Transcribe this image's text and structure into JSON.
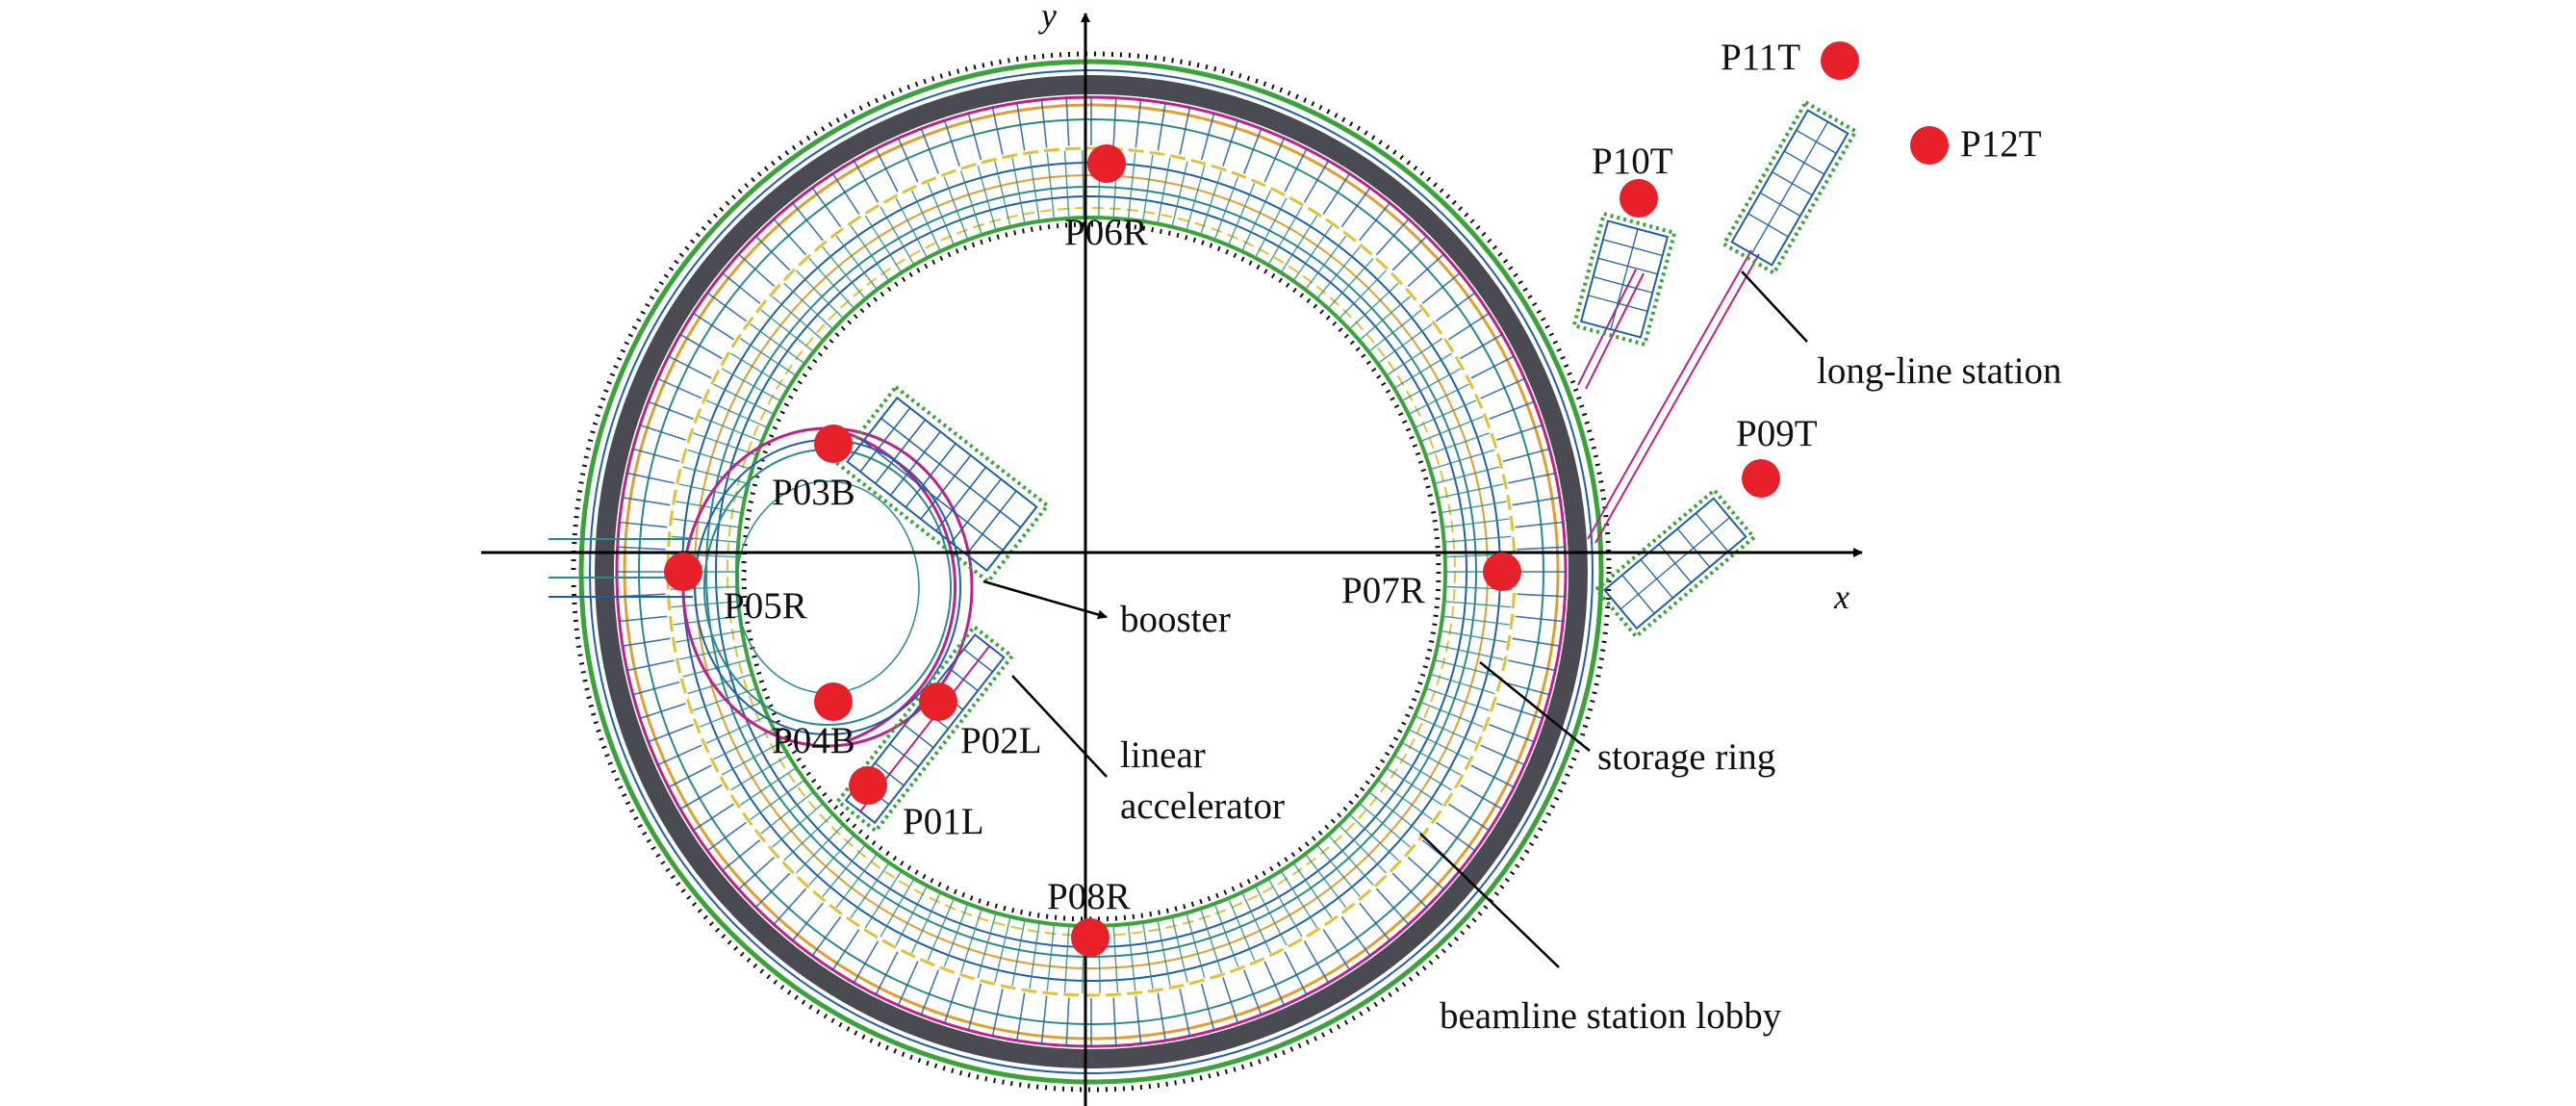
{
  "axes": {
    "x_label": "x",
    "y_label": "y"
  },
  "components": {
    "booster": "booster",
    "linear_accelerator_line1": "linear",
    "linear_accelerator_line2": "accelerator",
    "storage_ring": "storage ring",
    "beamline_station_lobby": "beamline station lobby",
    "long_line_station": "long-line station"
  },
  "points": {
    "P01L": "P01L",
    "P02L": "P02L",
    "P03B": "P03B",
    "P04B": "P04B",
    "P05R": "P05R",
    "P06R": "P06R",
    "P07R": "P07R",
    "P08R": "P08R",
    "P09T": "P09T",
    "P10T": "P10T",
    "P11T": "P11T",
    "P12T": "P12T"
  },
  "colors": {
    "point_marker": "#e8202a",
    "ring_dark": "#4a4a52",
    "ring_green": "#3aa33a",
    "ring_blue": "#1f5fa8",
    "ring_yellow": "#e0c23a",
    "ring_magenta": "#c0208a",
    "ring_teal": "#2a8a8a"
  }
}
